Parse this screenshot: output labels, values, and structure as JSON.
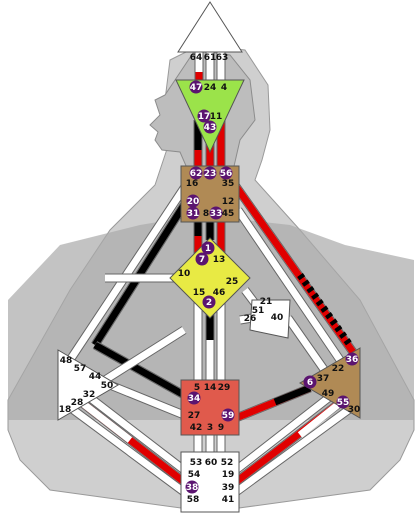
{
  "colors": {
    "silhouette": "#cfcfcf",
    "silhouette_dark": "#a9a9a9",
    "outline": "#555555",
    "channel_active_black": "#000000",
    "channel_active_red": "#e00000",
    "gate_marker": "#5b1470",
    "head_center": "#ffffff",
    "ajna_center": "#9be34a",
    "throat_center": "#b08a55",
    "g_center": "#e8ea44",
    "sacral_center": "#e05a4c",
    "solar_plexus_center": "#b08a55",
    "spleen_center": "#ffffff",
    "root_center": "#ffffff",
    "heart_center": "#ffffff"
  },
  "centers": {
    "head": {
      "gates": [
        "64",
        "61",
        "63"
      ]
    },
    "ajna": {
      "gates": [
        "47",
        "24",
        "4",
        "17",
        "11",
        "43"
      ]
    },
    "throat": {
      "gates": [
        "62",
        "23",
        "56",
        "16",
        "35",
        "20",
        "12",
        "31",
        "8",
        "33",
        "45"
      ]
    },
    "g": {
      "gates": [
        "1",
        "7",
        "13",
        "10",
        "25",
        "15",
        "46",
        "2"
      ]
    },
    "heart": {
      "gates": [
        "21",
        "51",
        "26",
        "40"
      ]
    },
    "spleen": {
      "gates": [
        "48",
        "57",
        "44",
        "50",
        "32",
        "28",
        "18"
      ]
    },
    "sacral": {
      "gates": [
        "5",
        "14",
        "29",
        "34",
        "27",
        "59",
        "42",
        "3",
        "9"
      ]
    },
    "solar_plexus": {
      "gates": [
        "36",
        "22",
        "37",
        "6",
        "49",
        "55",
        "30"
      ]
    },
    "root": {
      "gates": [
        "53",
        "60",
        "52",
        "54",
        "19",
        "38",
        "39",
        "58",
        "41"
      ]
    }
  },
  "active_gates": [
    "47",
    "17",
    "43",
    "62",
    "23",
    "56",
    "20",
    "31",
    "33",
    "1",
    "7",
    "2",
    "34",
    "59",
    "6",
    "36",
    "55",
    "38"
  ]
}
